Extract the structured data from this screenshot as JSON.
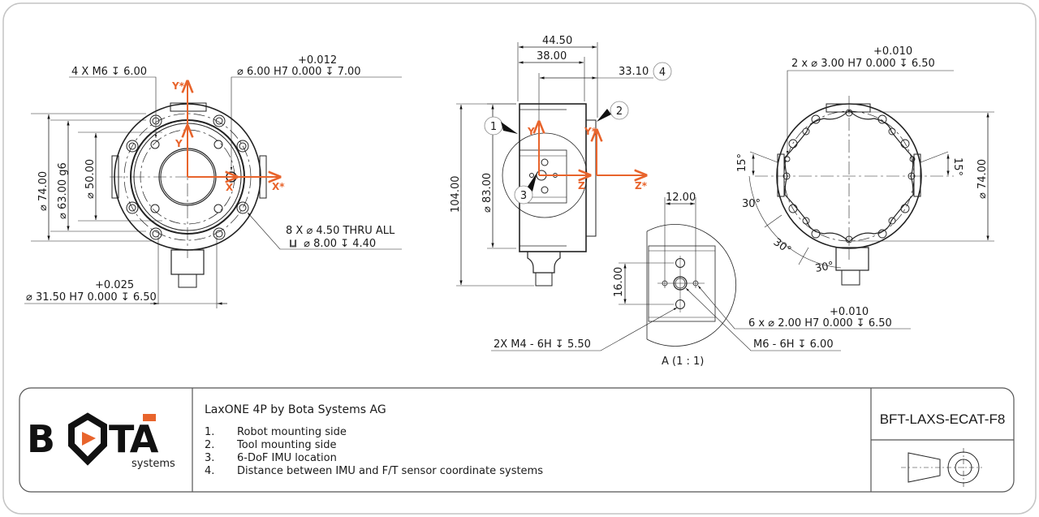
{
  "colors": {
    "accent": "#e8642c",
    "line": "#222222",
    "border": "#bdbdbd"
  },
  "view_front": {
    "axis_labels": {
      "y_star": "Y*",
      "y": "Y",
      "x": "X",
      "x_star": "X*"
    },
    "callouts": {
      "m6": "4 X M6 ↧ 6.00",
      "pin_tol": "+0.012",
      "pin": "⌀ 6.00 H7   0.000 ↧ 7.00",
      "thru1": "8 X ⌀ 4.50 THRU ALL",
      "thru2": "⌀ 8.00 ↧ 4.40",
      "bore_tol": "+0.025",
      "bore": "⌀ 31.50 H7   0.000 ↧ 6.50"
    },
    "dims": {
      "d74": "⌀ 74.00",
      "d63": "⌀ 63.00 g6",
      "d50": "⌀ 50.00"
    }
  },
  "view_side": {
    "dims": {
      "w44": "44.50",
      "w38": "38.00",
      "w33": "33.10",
      "h104": "104.00",
      "d83": "⌀ 83.00"
    },
    "balloons": [
      "1",
      "2",
      "3",
      "4"
    ],
    "axis_labels": {
      "y": "Y",
      "y_star": "Y*",
      "z": "Z",
      "z_star": "Z*"
    }
  },
  "view_detail": {
    "dims": {
      "w12": "12.00",
      "h16": "16.00"
    },
    "callouts": {
      "pins_tol": "+0.010",
      "pins": "6 x ⌀ 2.00 H7   0.000 ↧ 6.50",
      "m6": "M6 - 6H ↧ 6.00",
      "m4": "2X M4 - 6H ↧ 5.50"
    },
    "label": "A (1 : 1)"
  },
  "view_back": {
    "callouts": {
      "pin_tol": "+0.010",
      "pin": "2 x ⌀ 3.00 H7   0.000 ↧ 6.50"
    },
    "dims": {
      "d74": "⌀ 74.00",
      "a15l": "15°",
      "a15r": "15°",
      "a30a": "30°",
      "a30b": "30°",
      "a30c": "30°"
    }
  },
  "title_block": {
    "logo_text": "B◆TA",
    "logo_sub": "systems",
    "title": "LaxONE 4P by Bota Systems AG",
    "items": [
      {
        "num": "1.",
        "text": "Robot mounting side"
      },
      {
        "num": "2.",
        "text": "Tool mounting side"
      },
      {
        "num": "3.",
        "text": "6-DoF IMU location"
      },
      {
        "num": "4.",
        "text": "Distance between IMU and F/T sensor coordinate systems"
      }
    ],
    "part_number": "BFT-LAXS-ECAT-F8",
    "projection_symbol": "third-angle-projection"
  }
}
